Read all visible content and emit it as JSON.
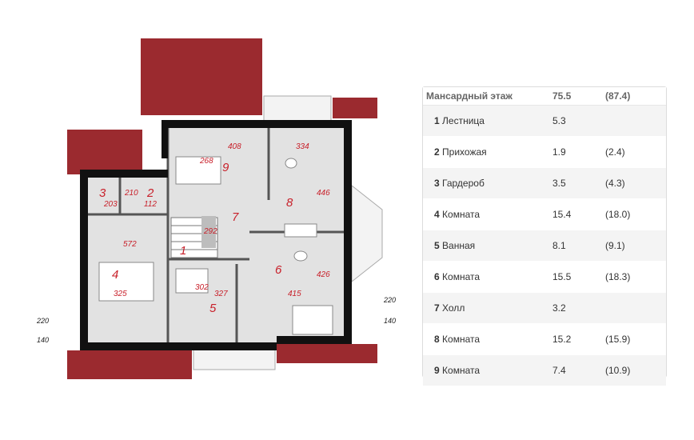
{
  "table": {
    "header": {
      "title": "Мансардный этаж",
      "area": "75.5",
      "area_total": "(87.4)"
    },
    "rows": [
      {
        "num": "1",
        "name": "Лестница",
        "area": "5.3",
        "area_total": ""
      },
      {
        "num": "2",
        "name": "Прихожая",
        "area": "1.9",
        "area_total": "(2.4)"
      },
      {
        "num": "3",
        "name": "Гардероб",
        "area": "3.5",
        "area_total": "(4.3)"
      },
      {
        "num": "4",
        "name": "Комната",
        "area": "15.4",
        "area_total": "(18.0)"
      },
      {
        "num": "5",
        "name": "Ванная",
        "area": "8.1",
        "area_total": "(9.1)"
      },
      {
        "num": "6",
        "name": "Комната",
        "area": "15.5",
        "area_total": "(18.3)"
      },
      {
        "num": "7",
        "name": "Холл",
        "area": "3.2",
        "area_total": ""
      },
      {
        "num": "8",
        "name": "Комната",
        "area": "15.2",
        "area_total": "(15.9)"
      },
      {
        "num": "9",
        "name": "Комната",
        "area": "7.4",
        "area_total": "(10.9)"
      }
    ]
  },
  "plan": {
    "rooms": [
      "1",
      "2",
      "3",
      "4",
      "5",
      "6",
      "7",
      "8",
      "9"
    ],
    "dims": [
      "408",
      "334",
      "268",
      "446",
      "203",
      "210",
      "112",
      "292",
      "572",
      "325",
      "302",
      "327",
      "415",
      "426"
    ],
    "ext_dims": [
      "220",
      "140",
      "220",
      "140"
    ]
  },
  "colors": {
    "roof": "#9b2a2f",
    "wall": "#111111",
    "floor": "#dcdcdc",
    "label": "#c8202a"
  }
}
